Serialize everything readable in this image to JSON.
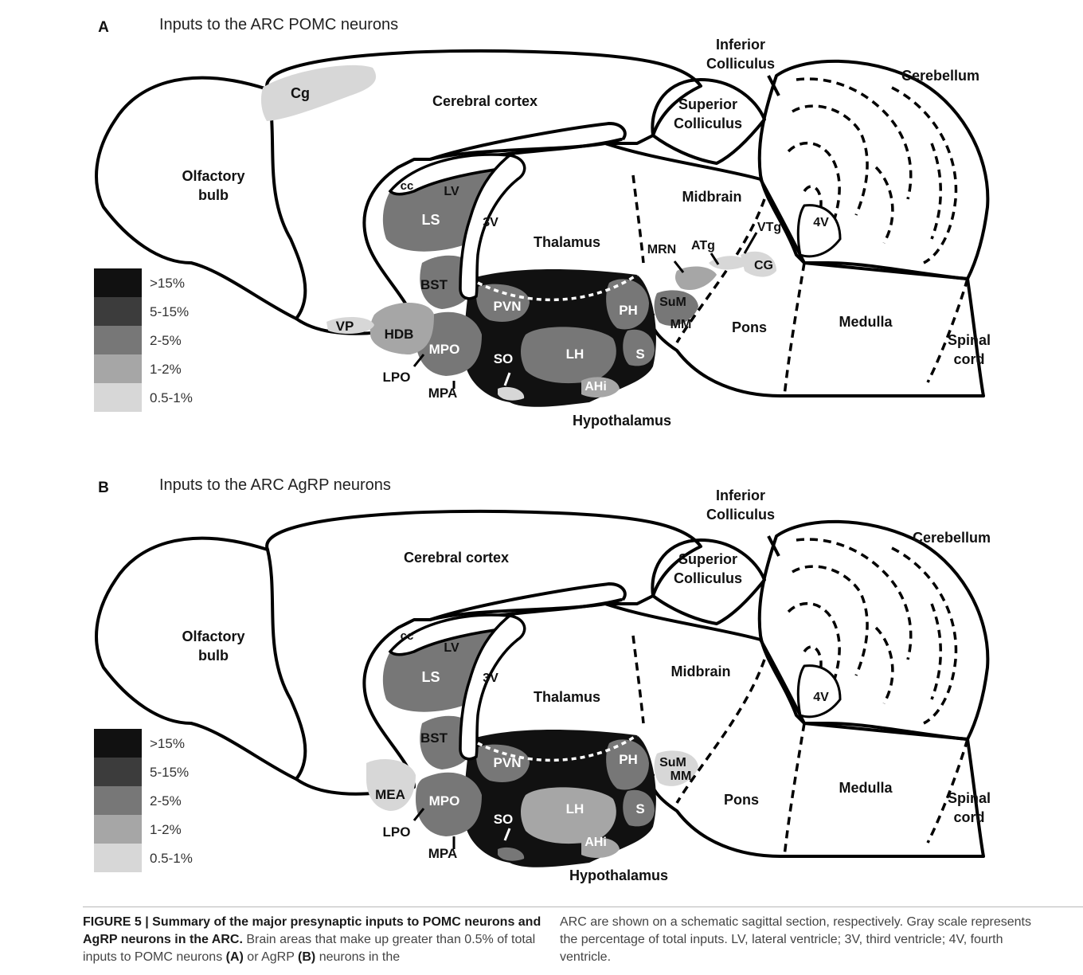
{
  "panels": [
    {
      "letter": "A",
      "title": "Inputs to the ARC POMC neurons",
      "legend": [
        {
          "label": ">15%",
          "color": "#111111"
        },
        {
          "label": "5-15%",
          "color": "#3c3c3c"
        },
        {
          "label": "2-5%",
          "color": "#777777"
        },
        {
          "label": "1-2%",
          "color": "#a6a6a6"
        },
        {
          "label": "0.5-1%",
          "color": "#d7d7d7"
        }
      ],
      "labels": {
        "olfactory_bulb": [
          "Olfactory",
          "bulb"
        ],
        "cerebral_cortex": "Cerebral cortex",
        "superior_colliculus": [
          "Superior",
          "Colliculus"
        ],
        "inferior_colliculus": [
          "Inferior",
          "Colliculus"
        ],
        "cerebellum": "Cerebellum",
        "midbrain": "Midbrain",
        "thalamus": "Thalamus",
        "hypothalamus": "Hypothalamus",
        "pons": "Pons",
        "medulla": "Medulla",
        "spinal_cord": [
          "Spinal",
          "cord"
        ],
        "fourth_ventricle": "4V",
        "third_ventricle": "3V",
        "cc": "cc",
        "lv": "LV",
        "ls": "LS",
        "bst": "BST",
        "pvn": "PVN",
        "ph": "PH",
        "lh": "LH",
        "s": "S",
        "so": "SO",
        "ahi": "AHi",
        "mpo": "MPO",
        "mpa": "MPA",
        "lpo": "LPO",
        "hdb": "HDB",
        "vp": "VP",
        "cg": "Cg",
        "sum": "SuM",
        "mm": "MM",
        "mrn": "MRN",
        "atg": "ATg",
        "vtg": "VTg",
        "cg2": "CG"
      }
    },
    {
      "letter": "B",
      "title": "Inputs to the ARC AgRP neurons",
      "legend": [
        {
          "label": ">15%",
          "color": "#111111"
        },
        {
          "label": "5-15%",
          "color": "#3c3c3c"
        },
        {
          "label": "2-5%",
          "color": "#777777"
        },
        {
          "label": "1-2%",
          "color": "#a6a6a6"
        },
        {
          "label": "0.5-1%",
          "color": "#d7d7d7"
        }
      ],
      "labels": {
        "olfactory_bulb": [
          "Olfactory",
          "bulb"
        ],
        "cerebral_cortex": "Cerebral cortex",
        "superior_colliculus": [
          "Superior",
          "Colliculus"
        ],
        "inferior_colliculus": [
          "Inferior",
          "Colliculus"
        ],
        "cerebellum": "Cerebellum",
        "midbrain": "Midbrain",
        "thalamus": "Thalamus",
        "hypothalamus": "Hypothalamus",
        "pons": "Pons",
        "medulla": "Medulla",
        "spinal_cord": [
          "Spinal",
          "cord"
        ],
        "fourth_ventricle": "4V",
        "third_ventricle": "3V",
        "cc": "cc",
        "lv": "LV",
        "ls": "LS",
        "bst": "BST",
        "pvn": "PVN",
        "ph": "PH",
        "lh": "LH",
        "s": "S",
        "so": "SO",
        "ahi": "AHi",
        "mpo": "MPO",
        "mpa": "MPA",
        "lpo": "LPO",
        "mea": "MEA",
        "sum": "SuM",
        "mm": "MM"
      }
    }
  ],
  "caption": {
    "bold_lead": "FIGURE 5 | Summary of the major presynaptic inputs to POMC neurons and AgRP neurons in the ARC.",
    "text_1": " Brain areas that make up greater than 0.5% of total inputs to POMC neurons ",
    "ref_a": "(A)",
    "text_2": " or AgRP ",
    "ref_b": "(B)",
    "text_3": " neurons in the ARC are shown on a schematic sagittal section, respectively. Gray scale represents the percentage of total inputs. LV, lateral ventricle; 3V, third ventricle; 4V, fourth ventricle."
  }
}
